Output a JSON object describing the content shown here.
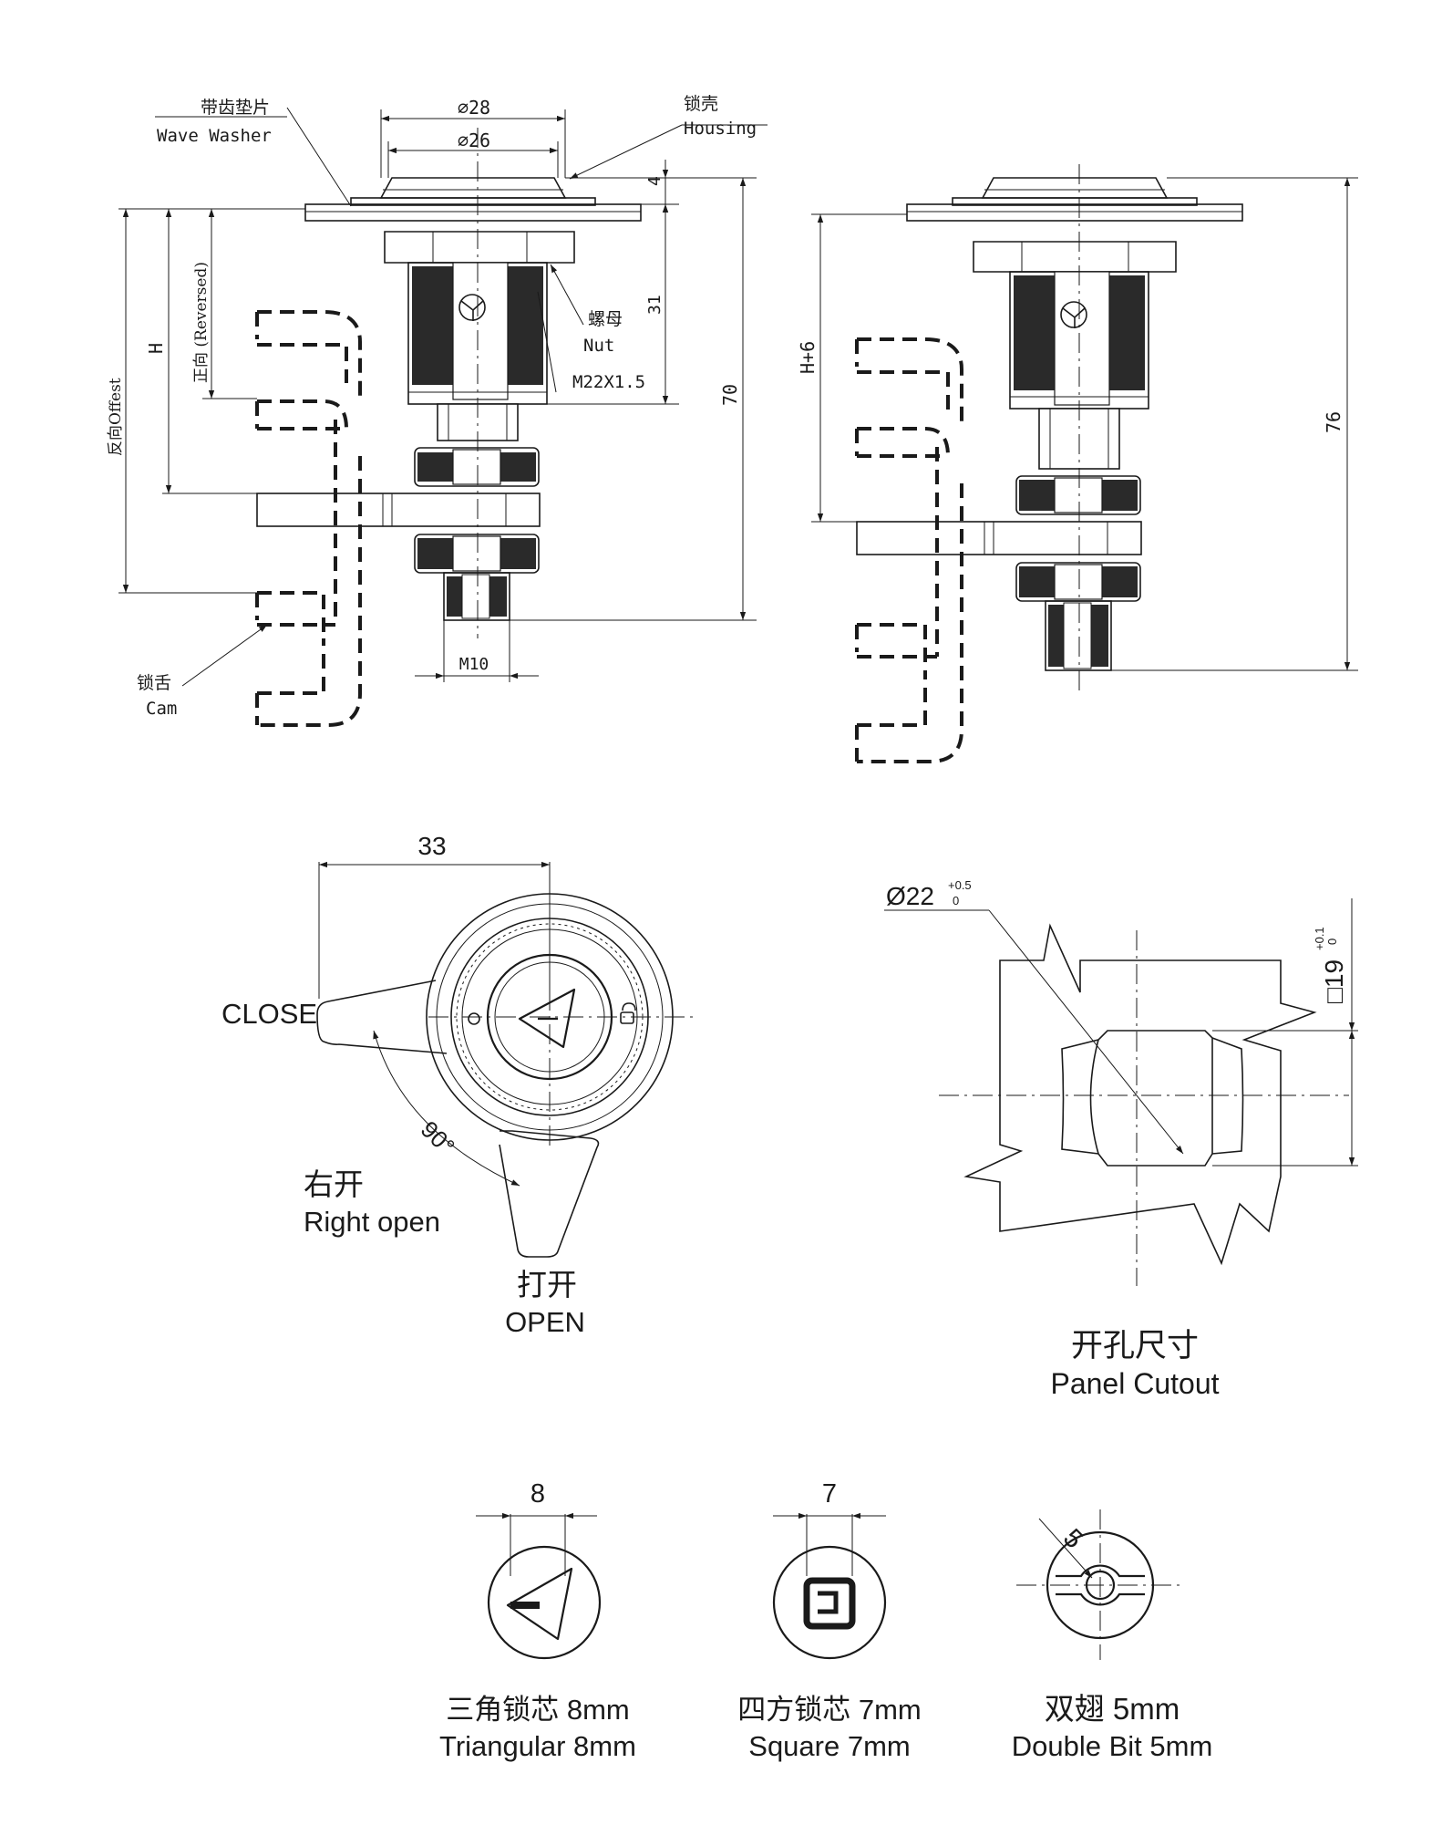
{
  "side_view_left": {
    "wave_washer_cn": "带齿垫片",
    "wave_washer_en": "Wave Washer",
    "housing_cn": "锁壳",
    "housing_en": "Housing",
    "nut_cn": "螺母",
    "nut_en": "Nut",
    "thread": "M22X1.5",
    "bolt": "M10",
    "cam_cn": "锁舌",
    "cam_en": "Cam",
    "dia_outer": "∅28",
    "dia_inner": "∅26",
    "dim_4": "4",
    "dim_31": "31",
    "dim_70": "70",
    "dim_h": "H",
    "reversed_label": "正向 (Reversed)",
    "offset_label": "反向Offest"
  },
  "side_view_right": {
    "dim_h6": "H+6",
    "dim_76": "76"
  },
  "handle_view": {
    "dim_33": "33",
    "close": "CLOSE",
    "angle": "90°",
    "right_open_cn": "右开",
    "right_open_en": "Right open",
    "open_cn": "打开",
    "open_en": "OPEN"
  },
  "panel_cutout": {
    "dia": "Ø22",
    "dia_tol_upper": "+0.5",
    "dia_tol_lower": "0",
    "square": "□19",
    "square_tol_upper": "+0.1",
    "square_tol_lower": "0",
    "title_cn": "开孔尺寸",
    "title_en": "Panel Cutout"
  },
  "cores": [
    {
      "dim": "8",
      "label_cn": "三角锁芯 8mm",
      "label_en": "Triangular 8mm"
    },
    {
      "dim": "7",
      "label_cn": "四方锁芯 7mm",
      "label_en": "Square 7mm"
    },
    {
      "dim": "5",
      "label_cn": "双翅 5mm",
      "label_en": "Double Bit 5mm"
    }
  ]
}
